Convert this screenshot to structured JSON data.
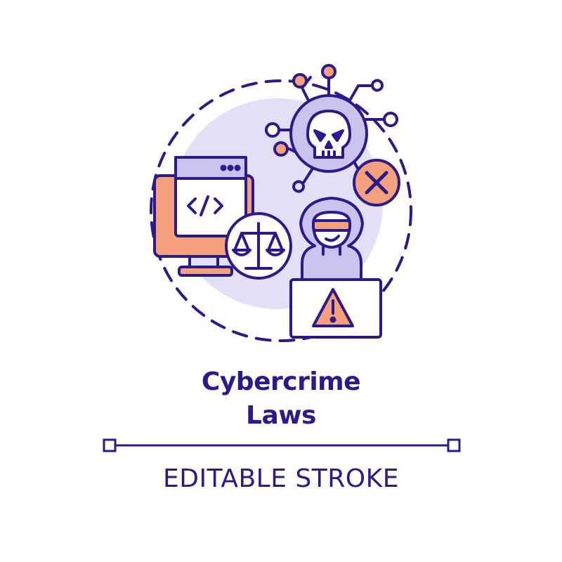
{
  "title": {
    "line1": "Cybercrime",
    "line2": "Laws"
  },
  "subtitle": "EDITABLE STROKE",
  "colors": {
    "stroke": "#2a1a8c",
    "accent_orange": "#f4a07c",
    "accent_purple": "#c8c4ee",
    "background_circle": "#e2e0f6",
    "background": "#ffffff"
  },
  "icons": [
    "code-window-icon",
    "computer-monitor-icon",
    "scales-of-justice-icon",
    "skull-icon",
    "network-nodes-icon",
    "close-x-icon",
    "hacker-icon",
    "warning-icon"
  ]
}
